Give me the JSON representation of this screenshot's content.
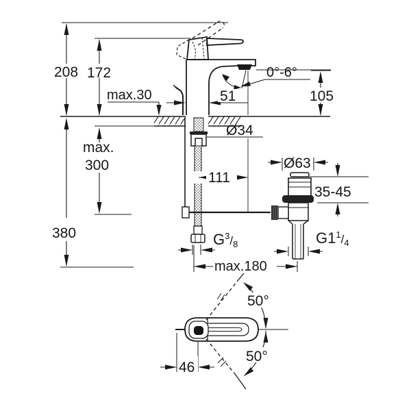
{
  "drawing": {
    "background": "#ffffff",
    "line_color": "#1a1a1a",
    "dimensions": {
      "total_height": "208",
      "body_height": "172",
      "deck_max_thickness": "max.30",
      "base_depth": "51",
      "aerator_angle": "0°-6°",
      "spout_height": "105",
      "mounting_hole": "Ø34",
      "hose_clearance_word": "max.",
      "hose_clearance_value": "300",
      "overall_depth": "380",
      "spout_reach": "111",
      "waste_flange": "Ø63",
      "basin_clamp_range": "35-45",
      "connection_span": "max.180",
      "handle_arc_upper": "50°",
      "handle_arc_lower": "50°",
      "front_to_center": "46"
    },
    "threads": {
      "supply": {
        "base": "G",
        "numerator": "3",
        "slash": "/",
        "denominator": "8"
      },
      "waste": {
        "base": "G1",
        "numerator": "1",
        "slash": "/",
        "denominator": "4"
      }
    }
  }
}
